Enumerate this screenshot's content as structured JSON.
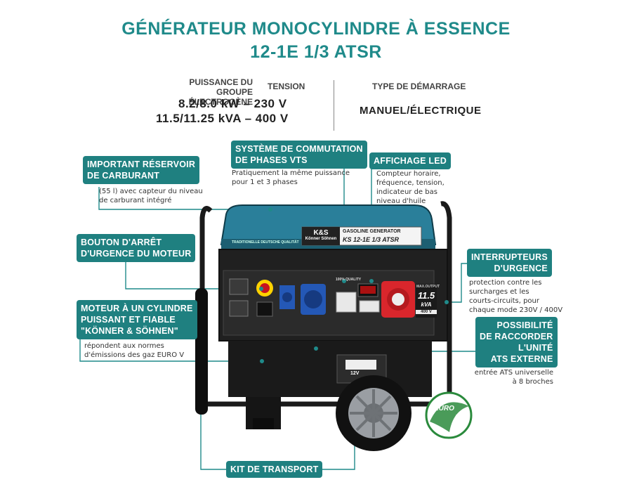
{
  "header": {
    "title_line1": "GÉNÉRATEUR MONOCYLINDRE À ESSENCE",
    "title_line2": "12-1E 1/3 ATSR"
  },
  "specs": {
    "power_label_1": "PUISSANCE DU",
    "power_label_2": "GROUPE ÉLECTROGÈNE",
    "voltage_label": "TENSION",
    "row1": "8.2/8.0 kW – 230 V",
    "row2": "11.5/11.25  kVA – 400 V",
    "start_label": "TYPE DE DÉMARRAGE",
    "start_value": "MANUEL/ÉLECTRIQUE"
  },
  "features": {
    "tank": {
      "title_1": "IMPORTANT RÉSERVOIR",
      "title_2": "DE CARBURANT",
      "desc_1": "(55 l) avec capteur du niveau",
      "desc_2": "de carburant intégré"
    },
    "vts": {
      "title_1": "SYSTÈME DE COMMUTATION",
      "title_2": "DE PHASES VTS",
      "desc_1": "Pratiquement la même puissance",
      "desc_2": "pour 1 et 3 phases"
    },
    "led": {
      "title": "AFFICHAGE LED",
      "desc_1": "Compteur horaire,",
      "desc_2": "fréquence, tension,",
      "desc_3": "indicateur de bas",
      "desc_4": "niveau d'huile"
    },
    "stop": {
      "title_1": "BOUTON D'ARRÊT",
      "title_2": "D'URGENCE DU MOTEUR"
    },
    "breakers": {
      "title_1": "INTERRUPTEURS",
      "title_2": "D'URGENCE",
      "desc_1": "protection contre les",
      "desc_2": "surcharges et les",
      "desc_3": "courts-circuits, pour",
      "desc_4": "chaque mode 230V / 400V"
    },
    "engine": {
      "title_1": "MOTEUR À UN CYLINDRE",
      "title_2": "PUISSANT ET FIABLE",
      "title_3": "\"KÖNNER & SÖHNEN\"",
      "desc_1": "répondent aux normes",
      "desc_2": "d'émissions des gaz EURO V"
    },
    "ats": {
      "title_1": "POSSIBILITÉ",
      "title_2": "DE RACCORDER",
      "title_3": "L'UNITÉ",
      "title_4": "ATS EXTERNE",
      "desc_1": "entrée ATS universelle",
      "desc_2": "à 8 broches"
    },
    "transport": {
      "title": "KIT DE TRANSPORT"
    }
  },
  "product": {
    "brand": "K&S",
    "brand_sub_1": "Könner",
    "brand_sub_2": "Söhnen",
    "model_line1": "GASOLINE GENERATOR",
    "model_line2": "KS 12-1E 1/3 ATSR",
    "tagline": "TRADITIONELLE DEUTSCHE QUALITÄT",
    "max_output": "MAX.OUTPUT",
    "kva_value": "11.5",
    "kva_unit": "kVA",
    "kva_volt": "400 V",
    "badge_12v": "12V",
    "quality": "100% QUALITY",
    "euro": "EURO",
    "euro_v": "V"
  },
  "colors": {
    "accent": "#1f8080",
    "title": "#1f8a8a",
    "body_blue": "#2a7f9a"
  },
  "icons": [
    "euro-v-badge-icon",
    "generator-product-image"
  ]
}
